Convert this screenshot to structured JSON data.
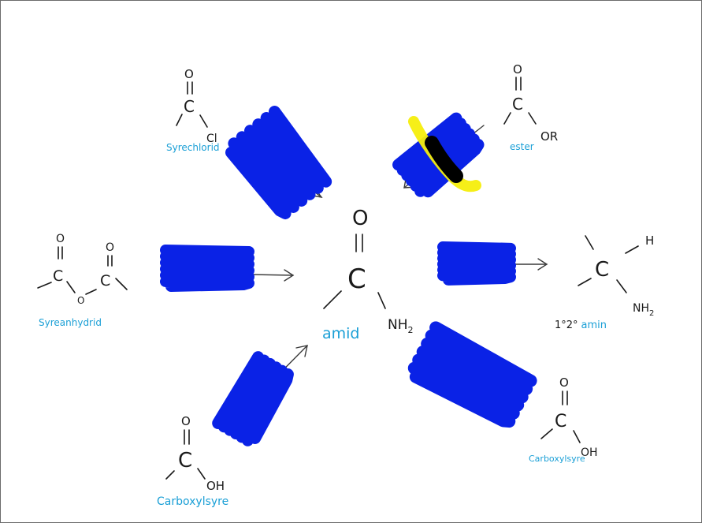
{
  "colors": {
    "ink": "#1a1a1a",
    "label": "#1a9fd6",
    "scribble": "#0a22e6",
    "highlight": "#f5ee0c",
    "strike": "#000000",
    "frame": "#6b6b6b"
  },
  "center": {
    "name": "amid",
    "atoms": {
      "oxygen": "O",
      "carbon": "C",
      "nitrogen": "NH",
      "subscript": "2"
    }
  },
  "reactants": {
    "acid_chloride": {
      "name": "Syrechlorid",
      "atoms": {
        "oxygen": "O",
        "carbon": "C",
        "chlorine": "Cl"
      }
    },
    "ester": {
      "name": "ester",
      "atoms": {
        "oxygen": "O",
        "carbon": "C",
        "group": "OR"
      }
    },
    "anhydride": {
      "name": "Syreanhydrid",
      "atoms": {
        "oxygen1": "O",
        "oxygen2": "O",
        "carbon1": "C",
        "carbon2": "C",
        "bridge": "O"
      }
    },
    "carboxylic_acid": {
      "name": "Carboxylsyre",
      "atoms": {
        "oxygen": "O",
        "carbon": "C",
        "group": "OH"
      }
    }
  },
  "products": {
    "amine": {
      "name": "amin",
      "prefix": "1°2°",
      "atoms": {
        "carbon": "C",
        "hydrogen": "H",
        "nitrogen": "NH",
        "subscript": "2"
      }
    },
    "carboxylic_acid": {
      "name": "Carboxylsyre",
      "atoms": {
        "oxygen": "O",
        "carbon": "C",
        "group": "OH"
      }
    }
  }
}
